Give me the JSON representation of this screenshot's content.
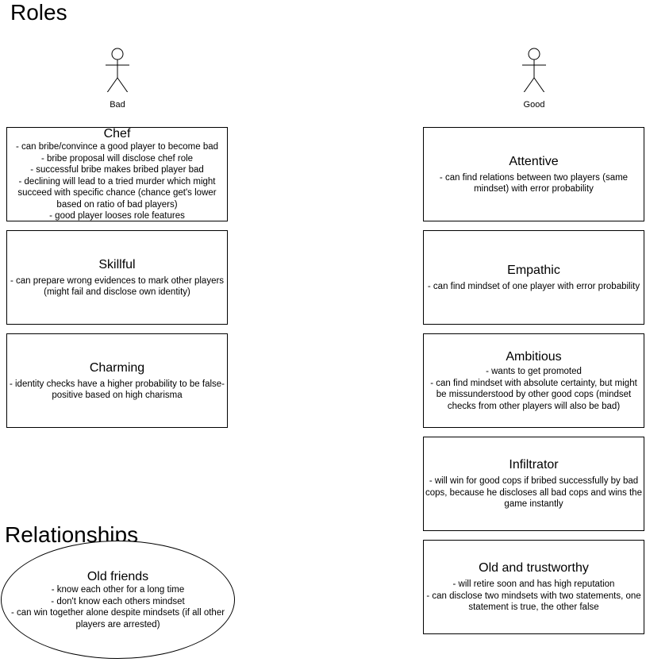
{
  "headings": {
    "roles": "Roles",
    "relationships": "Relationships"
  },
  "actors": {
    "bad": "Bad",
    "good": "Good"
  },
  "bad_roles": [
    {
      "title": "Chef",
      "description": "- can bribe/convince a good player to become bad\n- bribe proposal will disclose chef role\n- successful bribe makes bribed player bad\n- declining will lead to a tried murder which might succeed with specific chance (chance get's lower based on ratio of bad players)\n- good player looses role features"
    },
    {
      "title": "Skillful",
      "description": "- can prepare wrong evidences to mark other players (might fail and disclose own identity)"
    },
    {
      "title": "Charming",
      "description": "- identity checks have a higher probability to be false-positive based on high charisma"
    }
  ],
  "good_roles": [
    {
      "title": "Attentive",
      "description": "- can find relations between two players (same mindset) with error probability"
    },
    {
      "title": "Empathic",
      "description": "- can find mindset of one player with error probability"
    },
    {
      "title": "Ambitious",
      "description": "- wants to get promoted\n- can find mindset with absolute certainty, but might be missunderstood by other good cops (mindset checks from other players will also be bad)"
    },
    {
      "title": "Infiltrator",
      "description": "- will win for good cops if bribed successfully by bad cops, because he discloses all bad cops and wins the game instantly"
    },
    {
      "title": "Old and trustworthy",
      "description": "- will retire soon and has high reputation\n- can disclose two mindsets with two statements, one statement is true, the other false"
    }
  ],
  "relationships": [
    {
      "title": "Old friends",
      "description": "- know each other for a long time\n- don't know each others mindset\n- can win together alone despite mindsets (if all other players are arrested)"
    }
  ]
}
